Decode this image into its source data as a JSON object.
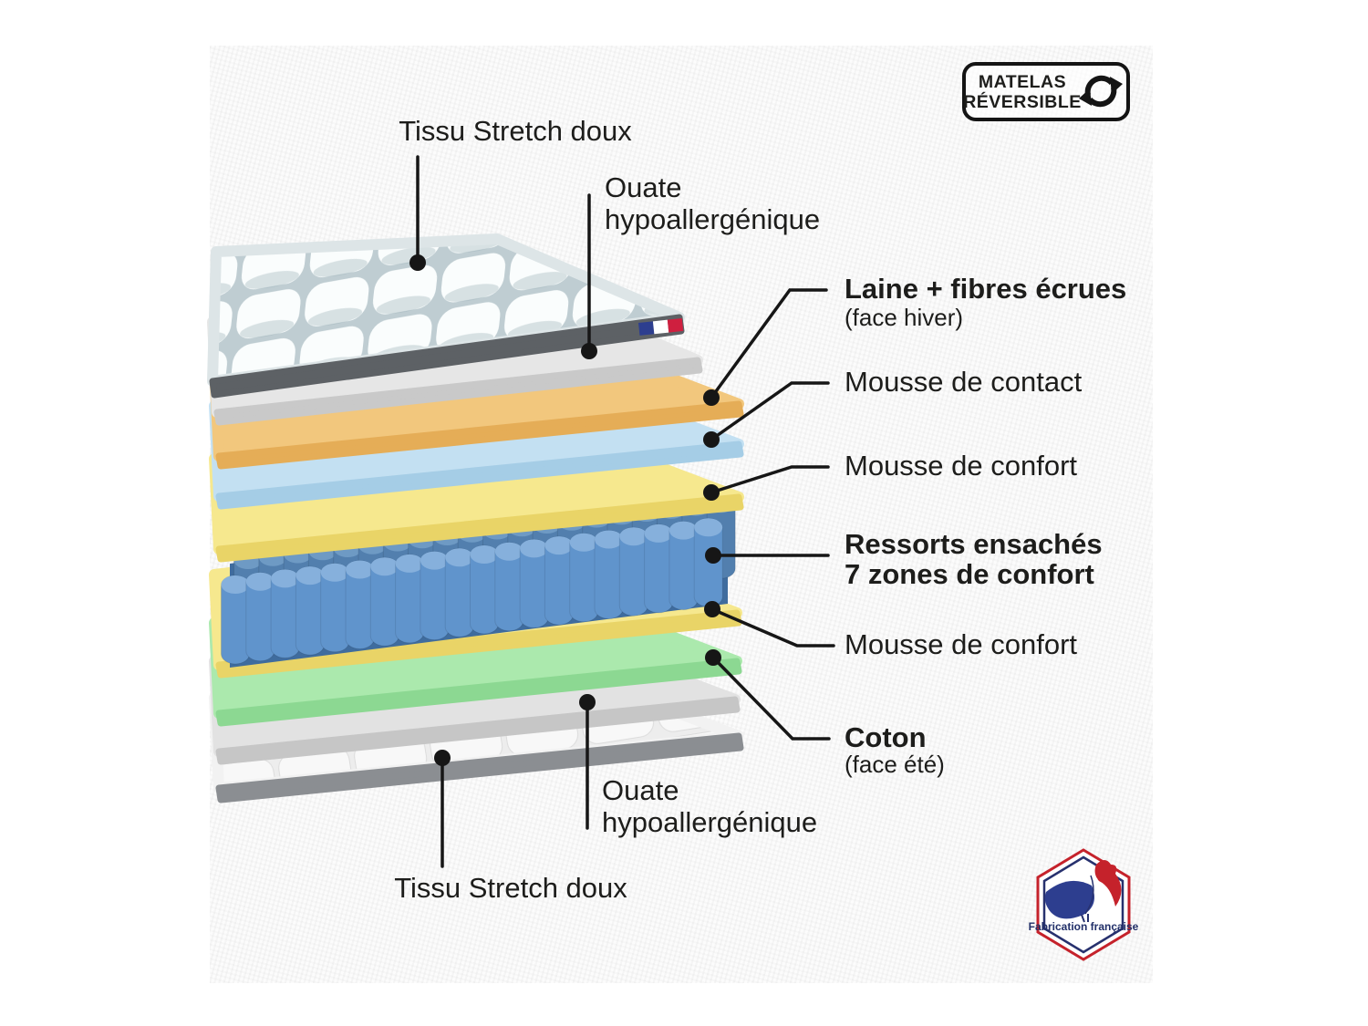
{
  "badge": {
    "line1": "MATELAS",
    "line2": "RÉVERSIBLE"
  },
  "made_in": {
    "label": "Fabrication française"
  },
  "callouts": {
    "tissu_top": {
      "text": "Tissu Stretch doux"
    },
    "ouate_top": {
      "line1": "Ouate",
      "line2": "hypoallergénique"
    },
    "laine": {
      "text": "Laine + fibres écrues",
      "sub": "(face hiver)"
    },
    "mousse_contact": {
      "text": "Mousse de contact"
    },
    "mousse_confort_haut": {
      "text": "Mousse de confort"
    },
    "ressorts": {
      "line1": "Ressorts ensachés",
      "line2": "7 zones de confort"
    },
    "mousse_confort_bas": {
      "text": "Mousse de confort"
    },
    "coton": {
      "text": "Coton",
      "sub": "(face été)"
    },
    "ouate_bottom": {
      "line1": "Ouate",
      "line2": "hypoallergénique"
    },
    "tissu_bottom": {
      "text": "Tissu Stretch doux"
    }
  },
  "colors": {
    "text": "#1d1d1b",
    "line": "#161616",
    "quilt_gap": "#bfcdd2",
    "quilt_cell": "#fafdfd",
    "quilt_edge": "#5d6165",
    "ouate_face": "#e6e6e6",
    "ouate_edge": "#c9c9c9",
    "laine_face": "#f2c77d",
    "laine_edge": "#e5ad57",
    "contact_face": "#c3e0f2",
    "contact_edge": "#a5cde6",
    "confort_face": "#f6e88e",
    "confort_edge": "#e9d467",
    "spring_body": "#6094cc",
    "spring_top": "#86b0dc",
    "spring_back": "#527fae",
    "spring_back_top": "#6e9ac4",
    "spring_dark": "#3f6c9e",
    "coton_face": "#abe9ad",
    "coton_edge": "#8cd892",
    "ouate2_face": "#e2e2e2",
    "ouate2_edge": "#c6c6c6",
    "quiltb_gap": "#ededed",
    "quiltb_cell": "#f8f8f8",
    "quiltb_rim": "#8b8e92",
    "flag_blue": "#2d3e8f",
    "flag_white": "#ffffff",
    "flag_red": "#cf1f3f",
    "badge_border": "#141414",
    "hex_red": "#c5222b",
    "hex_navy": "#27316e"
  }
}
